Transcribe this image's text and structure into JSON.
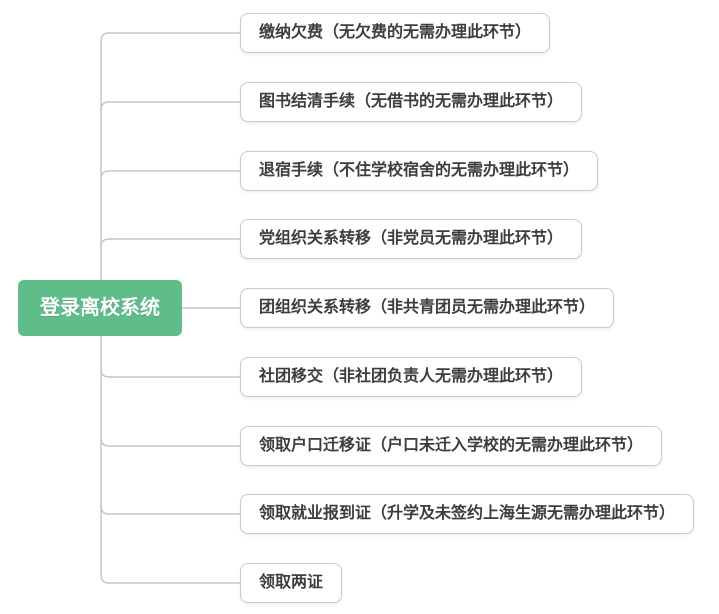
{
  "diagram": {
    "type": "mindmap",
    "root": {
      "label": "登录离校系统"
    },
    "branches": [
      {
        "label": "缴纳欠费（无欠费的无需办理此环节）"
      },
      {
        "label": "图书结清手续（无借书的无需办理此环节）"
      },
      {
        "label": "退宿手续（不住学校宿舍的无需办理此环节）"
      },
      {
        "label": "党组织关系转移（非党员无需办理此环节）"
      },
      {
        "label": "团组织关系转移（非共青团员无需办理此环节）"
      },
      {
        "label": "社团移交（非社团负责人无需办理此环节）"
      },
      {
        "label": "领取户口迁移证（户口未迁入学校的无需办理此环节）"
      },
      {
        "label": "领取就业报到证（升学及未签约上海生源无需办理此环节）"
      },
      {
        "label": "领取两证"
      }
    ],
    "colors": {
      "background": "#ffffff",
      "root_bg": "#5ebd88",
      "root_text": "#ffffff",
      "node_bg": "#ffffff",
      "node_border": "#c9c9c9",
      "node_text": "#3d3d3d",
      "line": "#c6c6c6"
    }
  }
}
